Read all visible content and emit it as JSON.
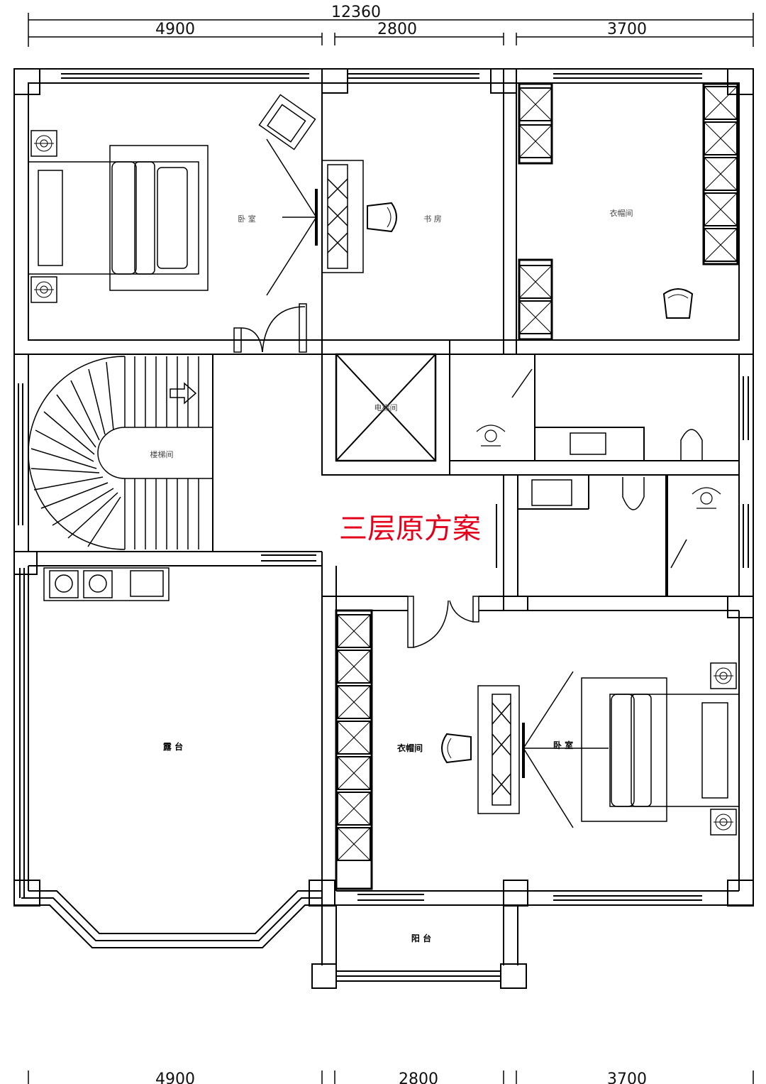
{
  "plan_title": "三层原方案",
  "dimensions": {
    "total": "12360",
    "top": [
      "4900",
      "2800",
      "3700"
    ],
    "bottom": [
      "4900",
      "2800",
      "3700"
    ]
  },
  "rooms": {
    "bedroom_1": "卧 室",
    "study": "书 房",
    "closet_1": "衣帽间",
    "elevator": "电梯间",
    "stair": "楼梯间",
    "terrace_left": "露 台",
    "closet_2": "衣帽间",
    "bedroom_2": "卧 室",
    "balcony": "阳 台"
  },
  "colors": {
    "line": "#000000",
    "title": "#e4001b"
  }
}
